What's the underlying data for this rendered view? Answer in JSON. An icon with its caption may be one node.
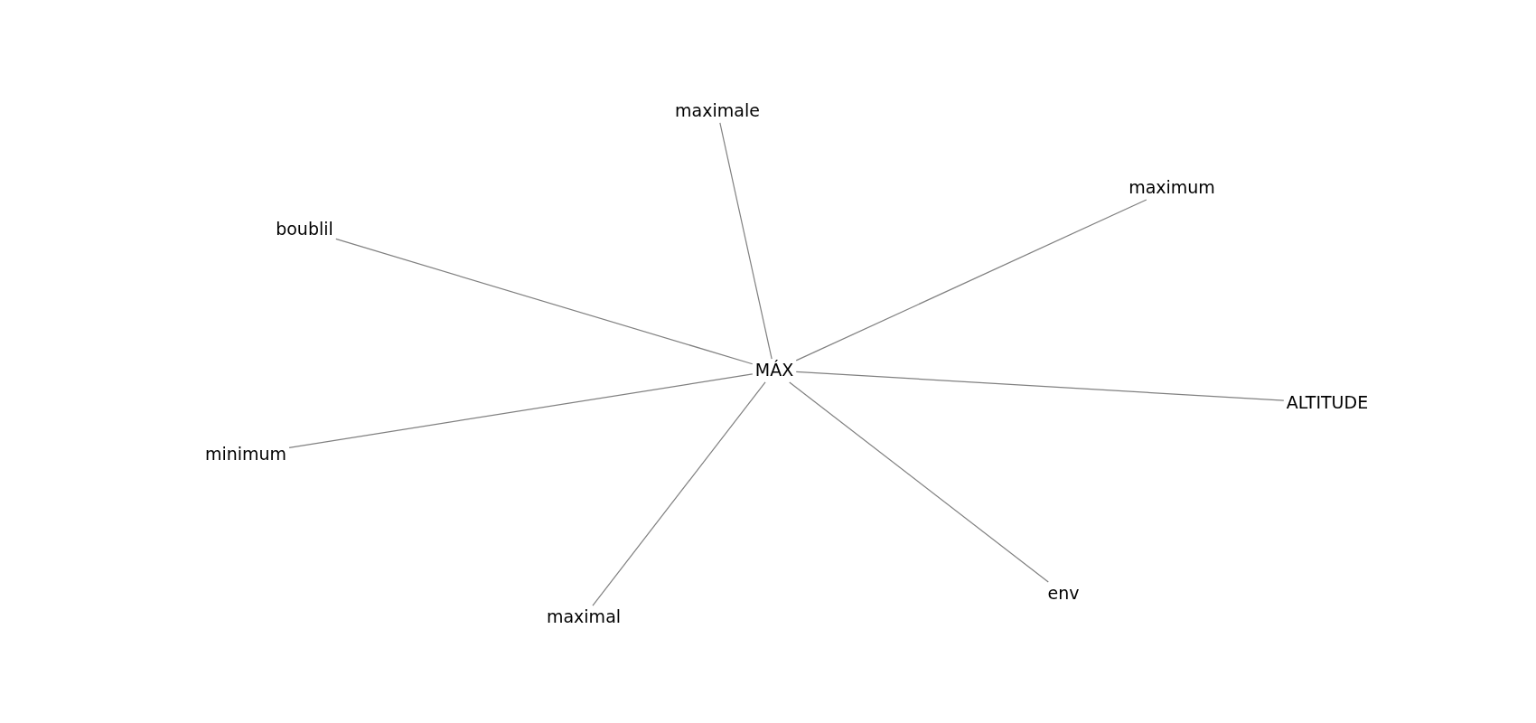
{
  "diagram": {
    "nodes": [
      {
        "text": [
          "maximale"
        ]
      },
      {
        "text": [
          "maximum"
        ]
      },
      {
        "text": [
          "boublil"
        ]
      },
      {
        "text": [
          "MÁX"
        ]
      },
      {
        "text": [
          "ALTITUDE"
        ]
      },
      {
        "text": [
          "minimum"
        ]
      },
      {
        "text": [
          "env"
        ]
      },
      {
        "text": [
          "maximal"
        ]
      }
    ],
    "edges": [
      {
        "from": 3,
        "to": 0,
        "arrow": "none"
      },
      {
        "from": 3,
        "to": 1,
        "arrow": "none"
      },
      {
        "from": 3,
        "to": 2,
        "arrow": "none"
      },
      {
        "from": 3,
        "to": 4,
        "arrow": "none"
      },
      {
        "from": 3,
        "to": 5,
        "arrow": "none"
      },
      {
        "from": 3,
        "to": 6,
        "arrow": "none"
      },
      {
        "from": 3,
        "to": 7,
        "arrow": "none"
      }
    ]
  }
}
